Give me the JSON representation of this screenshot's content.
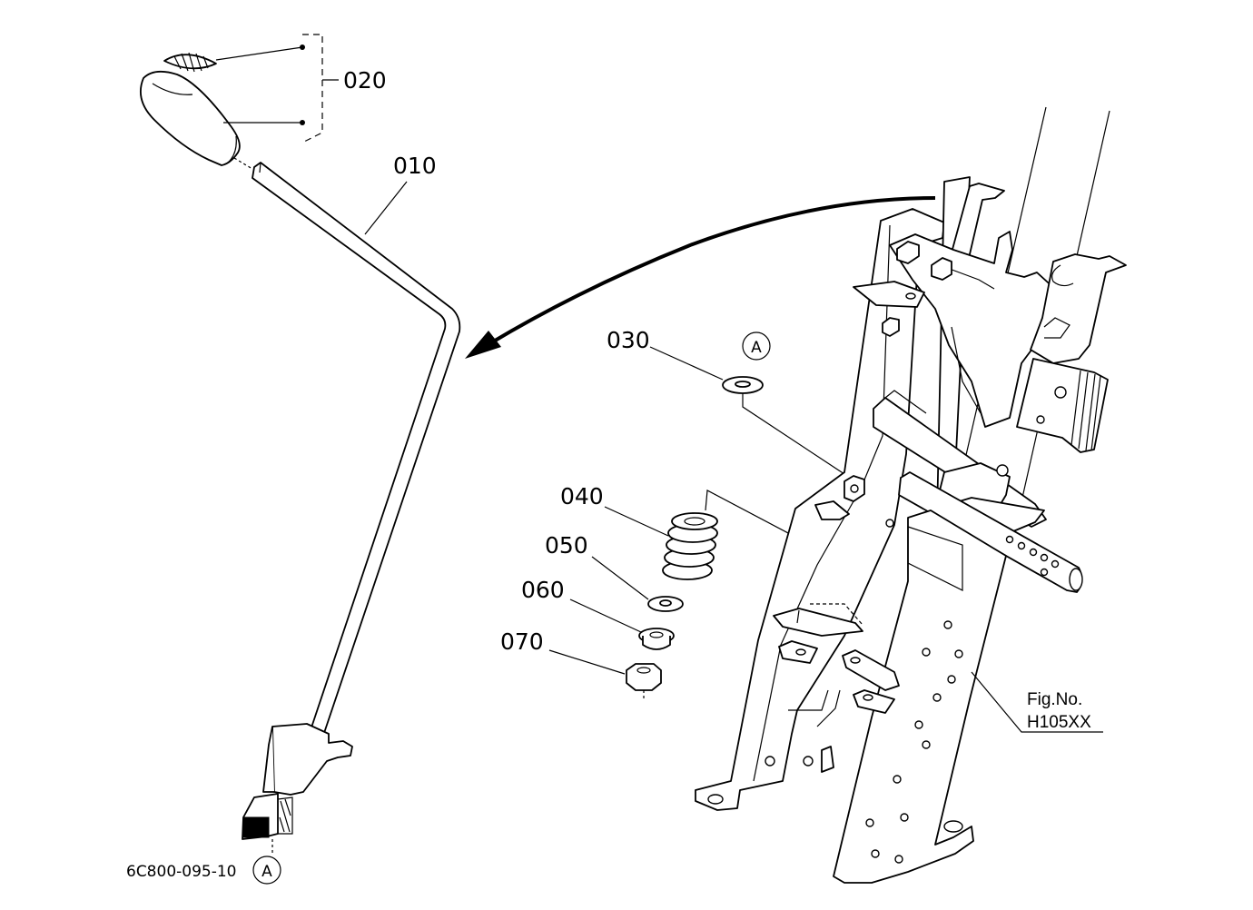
{
  "labels": {
    "p010": "010",
    "p020": "020",
    "p030": "030",
    "p040": "040",
    "p050": "050",
    "p060": "060",
    "p070": "070",
    "ref_a_top": "A",
    "ref_a_bottom": "A"
  },
  "figure": {
    "fig_no_label": "Fig.No.",
    "fig_no_value": "H105XX",
    "drawing_code": "6C800-095-10"
  }
}
